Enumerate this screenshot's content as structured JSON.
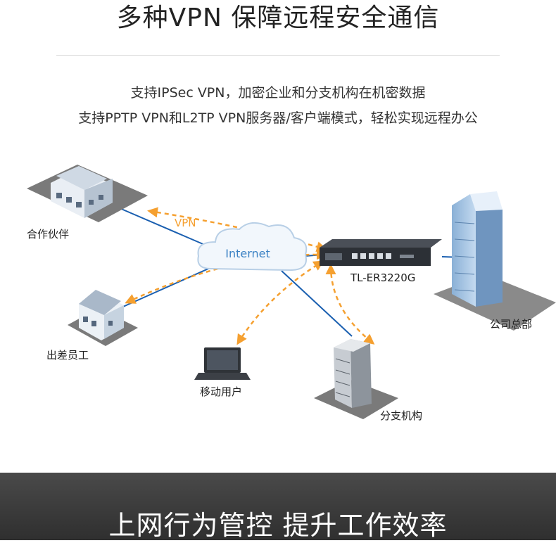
{
  "header": {
    "title": "多种VPN 保障远程安全通信"
  },
  "description": {
    "line1": "支持IPSec VPN，加密企业和分支机构在机密数据",
    "line2": "支持PPTP VPN和L2TP VPN服务器/客户端模式，轻松实现远程办公"
  },
  "diagram": {
    "partner_label": "合作伙伴",
    "vpn_label": "VPN",
    "internet_label": "Internet",
    "router_label": "TL-ER3220G",
    "hq_label": "公司总部",
    "traveler_label": "出差员工",
    "mobile_label": "移动用户",
    "branch_label": "分支机构"
  },
  "colors": {
    "link_line": "#1a5fb0",
    "vpn_tunnel": "#f5a030",
    "cloud_text": "#3b82c4",
    "banner_bg": "#3a3a3a"
  },
  "footer": {
    "banner_text": "上网行为管控 提升工作效率"
  }
}
